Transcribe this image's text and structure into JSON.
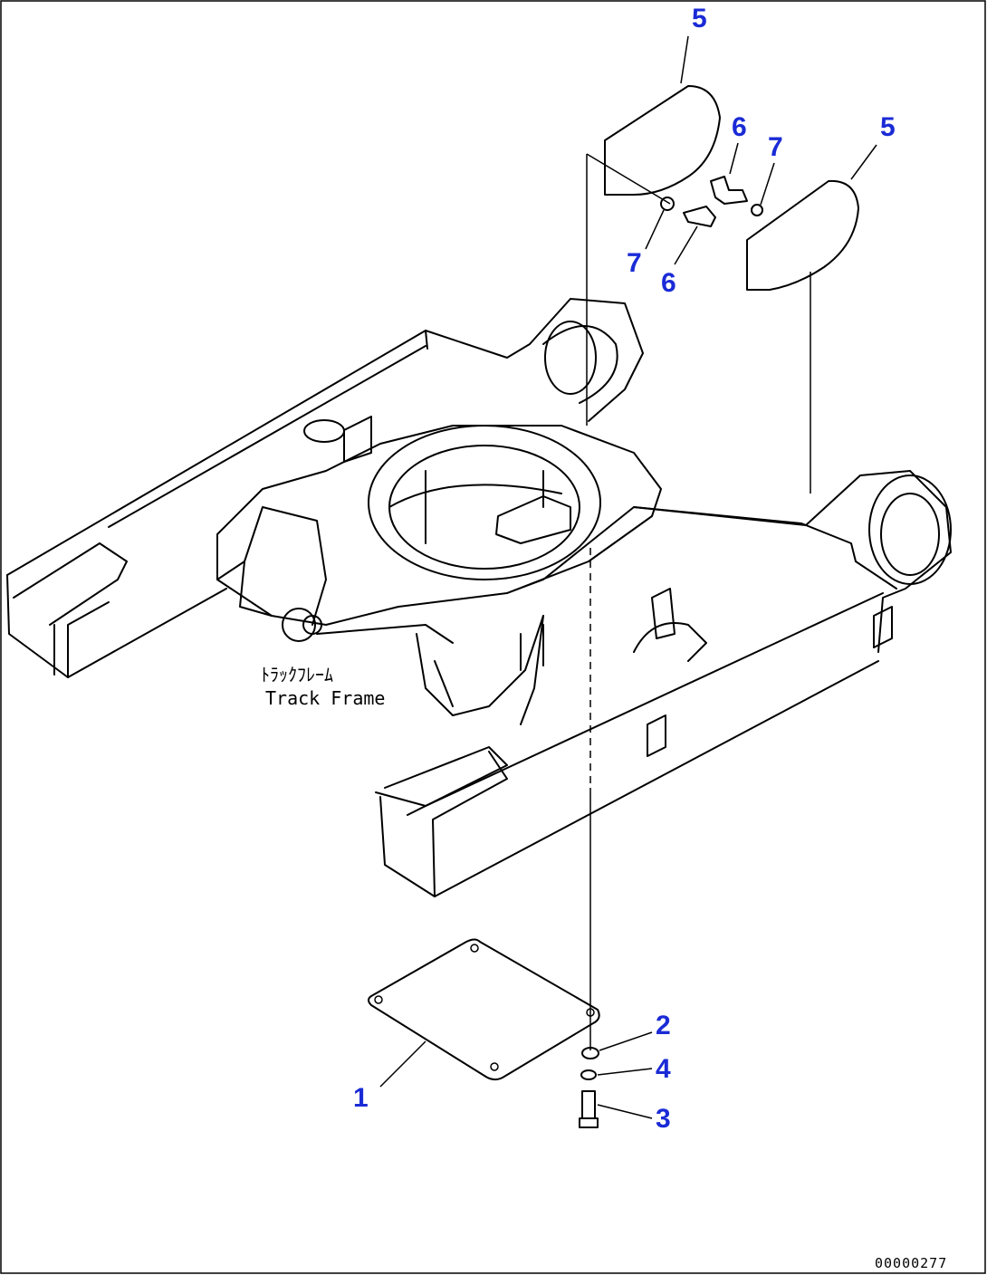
{
  "callouts": {
    "c1": "1",
    "c2": "2",
    "c3": "3",
    "c4": "4",
    "c5a": "5",
    "c5b": "5",
    "c6a": "6",
    "c6b": "6",
    "c7a": "7",
    "c7b": "7"
  },
  "labels": {
    "track_frame_jp": "ﾄﾗｯｸﾌﾚｰﾑ",
    "track_frame_en": "Track Frame"
  },
  "drawing_code": "00000277",
  "colors": {
    "callout": "#1a2bd6",
    "line": "#000000"
  }
}
